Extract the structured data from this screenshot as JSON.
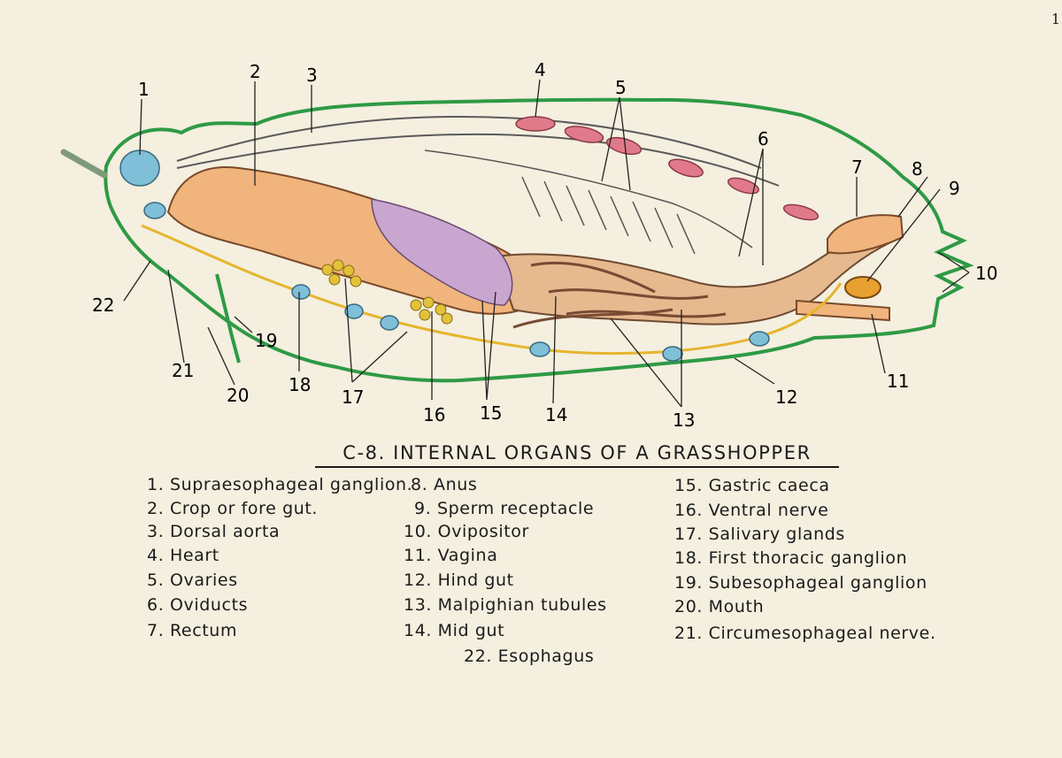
{
  "corner_mark": "1",
  "title": "C-8. INTERNAL ORGANS OF A GRASSHOPPER",
  "callouts": [
    "1",
    "2",
    "3",
    "4",
    "5",
    "6",
    "7",
    "8",
    "9",
    "10",
    "11",
    "12",
    "13",
    "14",
    "15",
    "16",
    "17",
    "18",
    "19",
    "20",
    "21",
    "22"
  ],
  "legend": {
    "col1": [
      "1. Supraesophageal ganglion.",
      "2. Crop or fore gut.",
      "3. Dorsal aorta",
      "4. Heart",
      "5. Ovaries",
      "6. Oviducts",
      "7. Rectum"
    ],
    "col2": [
      "8. Anus",
      "9. Sperm receptacle",
      "10. Ovipositor",
      "11. Vagina",
      "12. Hind gut",
      "13. Malpighian tubules",
      "14. Mid gut",
      "22. Esophagus"
    ],
    "col3": [
      "15. Gastric caeca",
      "16. Ventral nerve",
      "17. Salivary glands",
      "18. First thoracic ganglion",
      "19. Subesophageal ganglion",
      "20. Mouth",
      "21. Circumesophageal nerve."
    ]
  },
  "colors": {
    "paper": "#f4efdf",
    "body_outline": "#2e9a45",
    "crop": "#f0b47c",
    "ganglion": "#7fbfd8",
    "heart": "#e07a8a",
    "caeca": "#c9a6cf",
    "nerve": "#e6b52e",
    "tubules": "#7a4a34",
    "glands": "#e3c23a"
  }
}
